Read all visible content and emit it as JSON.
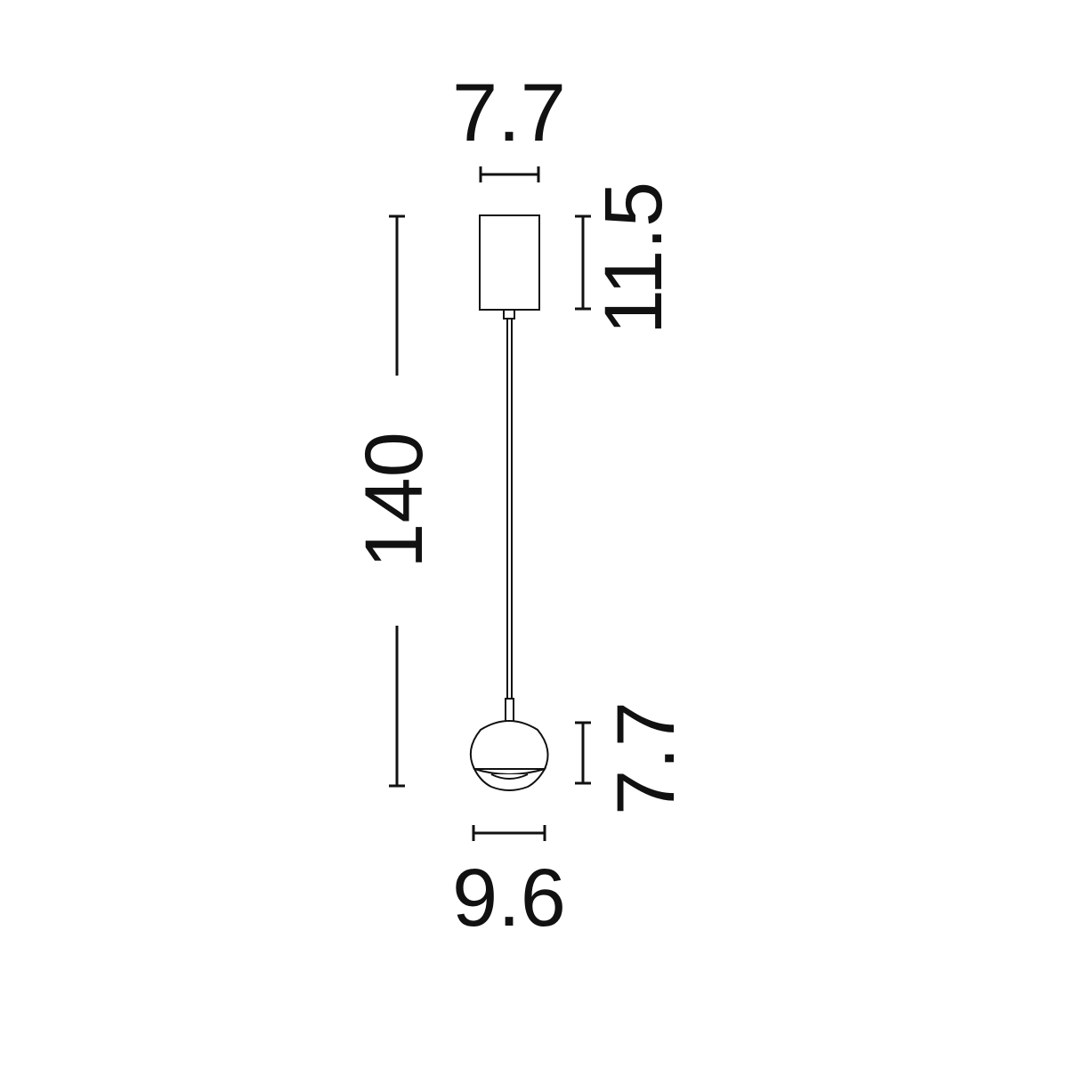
{
  "dimensions": {
    "canopy_width": "7.7",
    "canopy_height": "11.5",
    "total_height": "140",
    "shade_height": "7.7",
    "shade_width": "9.6"
  },
  "colors": {
    "line": "#111111",
    "background": "#ffffff"
  }
}
